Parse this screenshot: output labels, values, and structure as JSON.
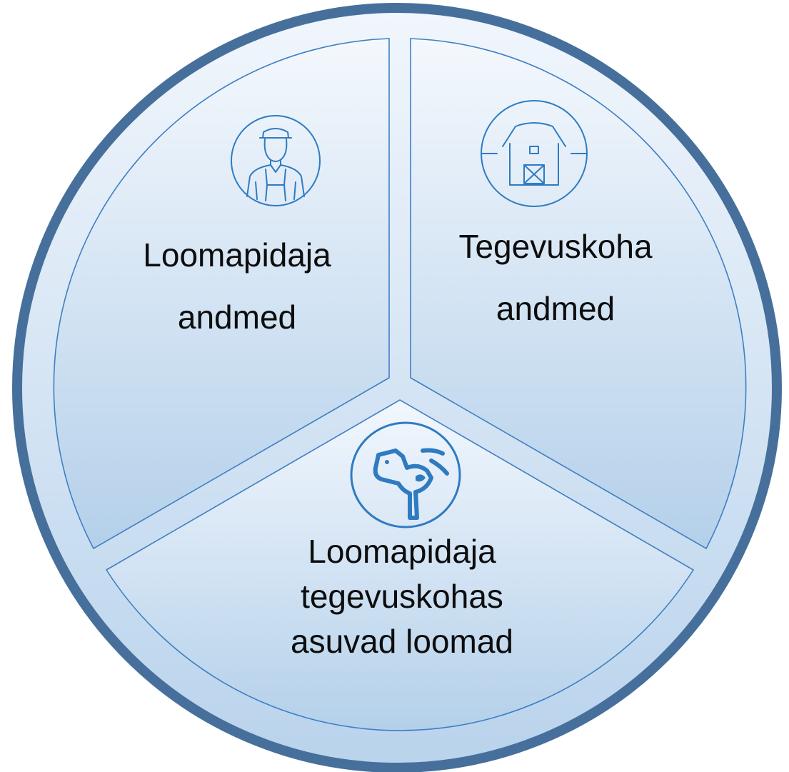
{
  "segments": [
    {
      "id": "animal-keeper",
      "lines": [
        "Loomapidaja",
        "andmed"
      ],
      "icon": "farmer-icon"
    },
    {
      "id": "holding",
      "lines": [
        "Tegevuskoha",
        "andmed"
      ],
      "icon": "barn-icon"
    },
    {
      "id": "animals",
      "lines": [
        "Loomapidaja",
        "tegevuskohas",
        "asuvad loomad"
      ],
      "icon": "cow-icon"
    }
  ],
  "colors": {
    "outer_ring": "#46709b",
    "segment_stroke": "#3f7fc3",
    "segment_fill_top": "#f4f8fd",
    "segment_fill_bottom": "#b4d0ea",
    "ring_fill_top": "#f1f6fc",
    "ring_fill_bottom": "#b9d3ec",
    "icon_stroke": "#2f7bc1",
    "text": "#0d0d0d"
  }
}
